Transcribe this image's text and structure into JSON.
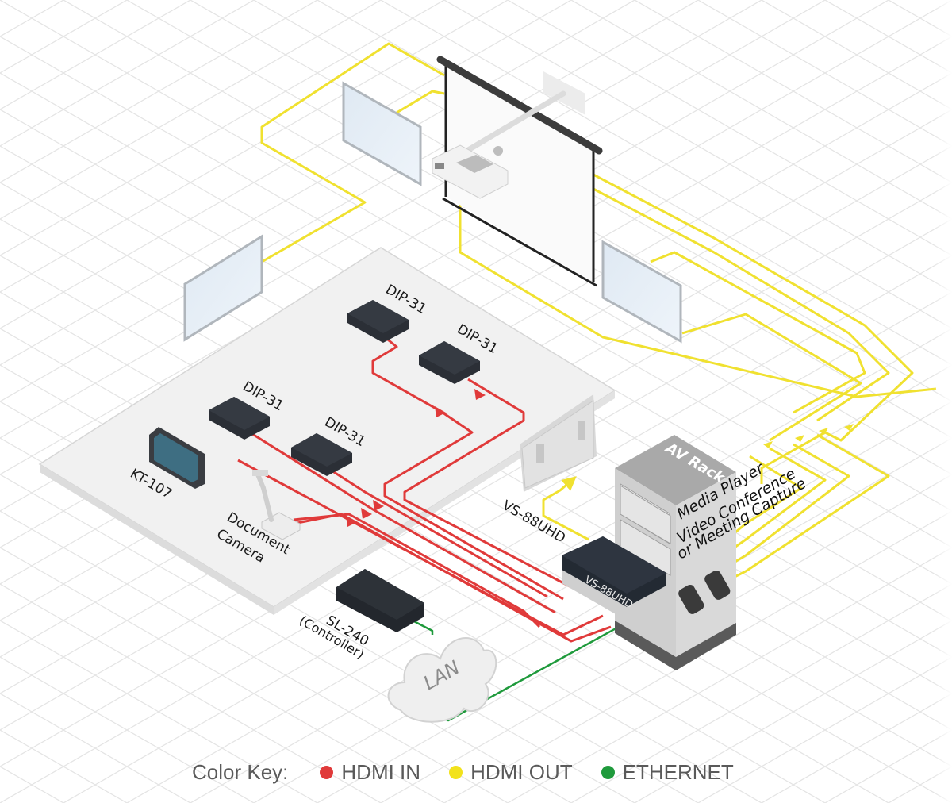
{
  "diagram": {
    "devices": {
      "dip31_a": "DIP-31",
      "dip31_b": "DIP-31",
      "dip31_c": "DIP-31",
      "dip31_d": "DIP-31",
      "kt107": "KT-107",
      "doc_camera_line1": "Document",
      "doc_camera_line2": "Camera",
      "sl240_line1": "SL-240",
      "sl240_line2": "(Controller)",
      "vs88uhd_label": "VS-88UHD",
      "vs88uhd_box": "VS-88UHD",
      "lan": "LAN"
    },
    "av_rack": {
      "title": "AV Rack",
      "items": [
        "Media Player",
        "Video Conference",
        "or Meeting Capture"
      ]
    }
  },
  "legend": {
    "title": "Color Key:",
    "items": [
      {
        "label": "HDMI IN",
        "color": "#e03a3a"
      },
      {
        "label": "HDMI OUT",
        "color": "#f2e21c"
      },
      {
        "label": "ETHERNET",
        "color": "#1f9a3c"
      }
    ]
  }
}
